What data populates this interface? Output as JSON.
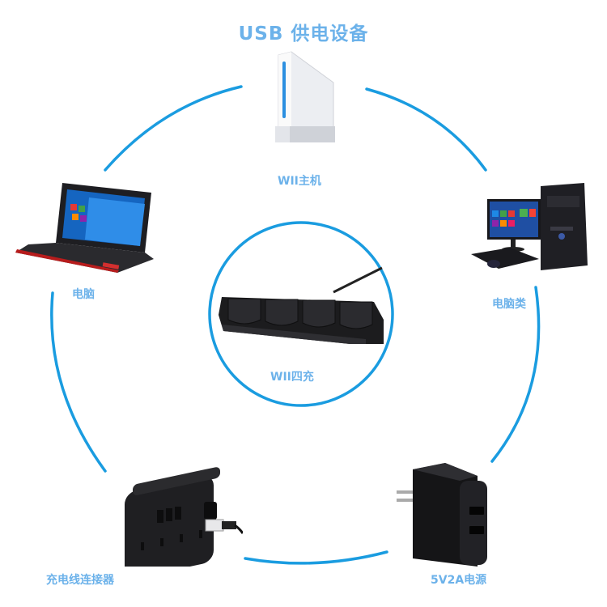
{
  "title": "USB 供电设备",
  "colors": {
    "accent": "#1a9ce0",
    "label": "#6cb2ea",
    "device_black": "#1c1c1e",
    "wii_white": "#f2f2f4"
  },
  "center": {
    "label": "WII四充",
    "icon": "wii-quad-charger-icon"
  },
  "devices": [
    {
      "id": "wii",
      "label": "WII主机",
      "icon": "wii-console-icon"
    },
    {
      "id": "laptop",
      "label": "电脑",
      "icon": "laptop-icon"
    },
    {
      "id": "desktop",
      "label": "电脑类",
      "icon": "desktop-pc-icon"
    },
    {
      "id": "power-strip",
      "label": "充电线连接器",
      "icon": "power-strip-icon"
    },
    {
      "id": "adapter",
      "label": "5V2A电源",
      "icon": "usb-power-adapter-icon"
    }
  ]
}
